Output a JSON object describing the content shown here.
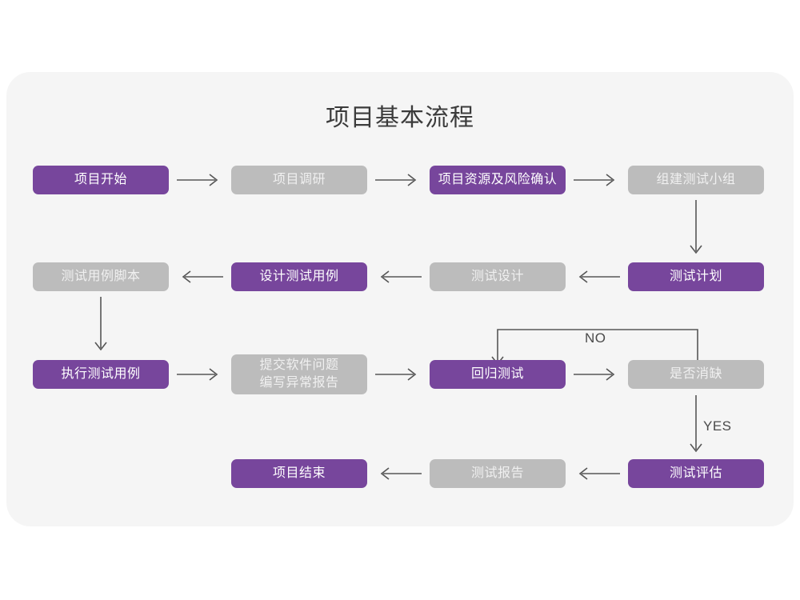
{
  "page": {
    "title": "项目基本流程",
    "background": "#ffffff",
    "panel_background": "#f5f5f5"
  },
  "colors": {
    "purple": "#77469c",
    "gray": "#bcbcbc",
    "purple_text": "#ffffff",
    "gray_text": "#f0f0f0",
    "connector": "#565656",
    "title_text": "#3b3b3b",
    "label_text": "#4a4a4a"
  },
  "chart_data": {
    "type": "diagram",
    "title": "项目基本流程",
    "nodes": [
      {
        "id": "n1",
        "label": "项目开始",
        "style": "purple",
        "row": 1,
        "col": 1
      },
      {
        "id": "n2",
        "label": "项目调研",
        "style": "gray",
        "row": 1,
        "col": 2
      },
      {
        "id": "n3",
        "label": "项目资源及风险确认",
        "style": "purple",
        "row": 1,
        "col": 3
      },
      {
        "id": "n4",
        "label": "组建测试小组",
        "style": "gray",
        "row": 1,
        "col": 4
      },
      {
        "id": "n5",
        "label": "测试用例脚本",
        "style": "gray",
        "row": 2,
        "col": 1
      },
      {
        "id": "n6",
        "label": "设计测试用例",
        "style": "purple",
        "row": 2,
        "col": 2
      },
      {
        "id": "n7",
        "label": "测试设计",
        "style": "gray",
        "row": 2,
        "col": 3
      },
      {
        "id": "n8",
        "label": "测试计划",
        "style": "purple",
        "row": 2,
        "col": 4
      },
      {
        "id": "n9",
        "label": "执行测试用例",
        "style": "purple",
        "row": 3,
        "col": 1
      },
      {
        "id": "n10",
        "label": "提交软件问题\n编写异常报告",
        "style": "gray",
        "row": 3,
        "col": 2
      },
      {
        "id": "n11",
        "label": "回归测试",
        "style": "purple",
        "row": 3,
        "col": 3
      },
      {
        "id": "n12",
        "label": "是否消缺",
        "style": "gray",
        "row": 3,
        "col": 4
      },
      {
        "id": "n13",
        "label": "项目结束",
        "style": "purple",
        "row": 4,
        "col": 2
      },
      {
        "id": "n14",
        "label": "测试报告",
        "style": "gray",
        "row": 4,
        "col": 3
      },
      {
        "id": "n15",
        "label": "测试评估",
        "style": "purple",
        "row": 4,
        "col": 4
      }
    ],
    "edges": [
      {
        "from": "n1",
        "to": "n2",
        "direction": "right",
        "label": ""
      },
      {
        "from": "n2",
        "to": "n3",
        "direction": "right",
        "label": ""
      },
      {
        "from": "n3",
        "to": "n4",
        "direction": "right",
        "label": ""
      },
      {
        "from": "n4",
        "to": "n8",
        "direction": "down",
        "label": ""
      },
      {
        "from": "n8",
        "to": "n7",
        "direction": "left",
        "label": ""
      },
      {
        "from": "n7",
        "to": "n6",
        "direction": "left",
        "label": ""
      },
      {
        "from": "n6",
        "to": "n5",
        "direction": "left",
        "label": ""
      },
      {
        "from": "n5",
        "to": "n9",
        "direction": "down",
        "label": ""
      },
      {
        "from": "n9",
        "to": "n10",
        "direction": "right",
        "label": ""
      },
      {
        "from": "n10",
        "to": "n11",
        "direction": "right",
        "label": ""
      },
      {
        "from": "n11",
        "to": "n12",
        "direction": "right",
        "label": ""
      },
      {
        "from": "n12",
        "to": "n11",
        "direction": "loop-up-left",
        "label": "NO"
      },
      {
        "from": "n12",
        "to": "n15",
        "direction": "down",
        "label": "YES"
      },
      {
        "from": "n15",
        "to": "n14",
        "direction": "left",
        "label": ""
      },
      {
        "from": "n14",
        "to": "n13",
        "direction": "left",
        "label": ""
      }
    ],
    "edge_labels": {
      "no": "NO",
      "yes": "YES"
    }
  }
}
